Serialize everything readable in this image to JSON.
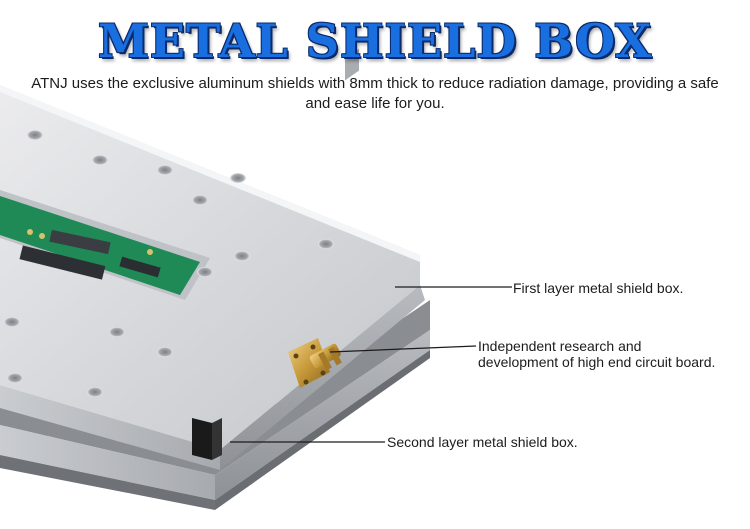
{
  "title": "METAL SHIELD BOX",
  "description": "ATNJ uses the exclusive aluminum shields with 8mm thick to reduce radiation damage, providing a safe and ease life for you.",
  "callouts": {
    "first_layer": "First layer metal shield box.",
    "circuit_board": "Independent research and development of high end circuit board.",
    "second_layer": "Second layer metal shield box."
  },
  "colors": {
    "title": "#1a6fe0",
    "title_outline": "#0a2a6a",
    "pcb": "#1f8a55",
    "metal_top": "#d9dbde",
    "metal_side": "#9a9da2",
    "connector": "#c89a3a"
  }
}
